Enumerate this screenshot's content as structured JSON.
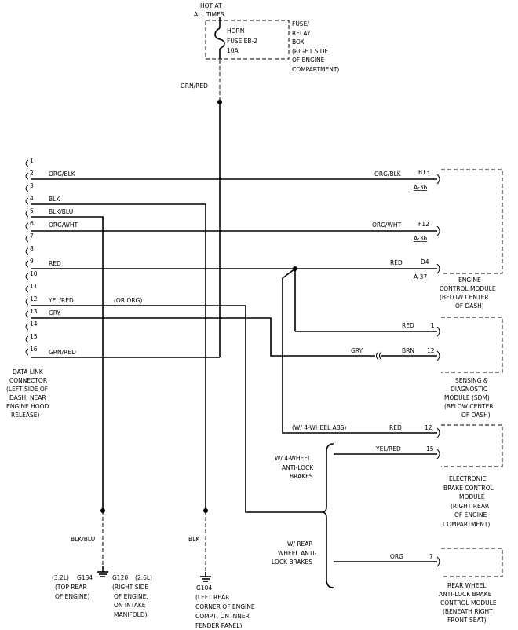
{
  "top": {
    "hot_line1": "HOT AT",
    "hot_line2": "ALL TIMES",
    "horn": "HORN",
    "fuse": "FUSE EB-2",
    "amps": "10A",
    "box_label": [
      "FUSE/",
      "RELAY",
      "BOX",
      "(RIGHT SIDE",
      "OF ENGINE",
      "COMPARTMENT)"
    ],
    "grn_red": "GRN/RED"
  },
  "dlc": {
    "pins": [
      "1",
      "2",
      "3",
      "4",
      "5",
      "6",
      "7",
      "8",
      "9",
      "10",
      "11",
      "12",
      "13",
      "14",
      "15",
      "16"
    ],
    "wires": {
      "p2": "ORG/BLK",
      "p4": "BLK",
      "p5": "BLK/BLU",
      "p6": "ORG/WHT",
      "p9": "RED",
      "p12": "YEL/RED",
      "p12_alt": "(OR ORG)",
      "p13": "GRY",
      "p16": "GRN/RED"
    },
    "label": [
      "DATA LINK",
      "CONNECTOR",
      "(LEFT SIDE OF",
      "DASH, NEAR",
      "ENGINE HOOD",
      "RELEASE)"
    ]
  },
  "ecm": {
    "rows": [
      {
        "color": "ORG/BLK",
        "pin": "B13",
        "conn": "A-36"
      },
      {
        "color": "ORG/WHT",
        "pin": "F12",
        "conn": "A-36"
      },
      {
        "color": "RED",
        "pin": "D4",
        "conn": "A-37"
      }
    ],
    "label": [
      "ENGINE",
      "CONTROL MODULE",
      "(BELOW CENTER",
      "OF DASH)"
    ]
  },
  "sdm": {
    "red": "RED",
    "red_pin": "1",
    "gry": "GRY",
    "brn": "BRN",
    "brn_pin": "12",
    "label": [
      "SENSING &",
      "DIAGNOSTIC",
      "MODULE (SDM)",
      "(BELOW CENTER",
      "OF DASH)"
    ]
  },
  "ebcm": {
    "abs_note": "(W/ 4-WHEEL ABS)",
    "red": "RED",
    "red_pin": "12",
    "yel_red": "YEL/RED",
    "yel_pin": "15",
    "w4_label": [
      "W/ 4-WHEEL",
      "ANTI-LOCK",
      "BRAKES"
    ],
    "label": [
      "ELECTRONIC",
      "BRAKE CONTROL",
      "MODULE",
      "(RIGHT REAR",
      "OF ENGINE",
      "COMPARTMENT)"
    ]
  },
  "rwal": {
    "w_rear": [
      "W/ REAR",
      "WHEEL ANTI-",
      "LOCK BRAKES"
    ],
    "org": "ORG",
    "org_pin": "7",
    "label": [
      "REAR WHEEL",
      "ANTI-LOCK BRAKE",
      "CONTROL MODULE",
      "(BENEATH RIGHT",
      "FRONT SEAT)"
    ]
  },
  "grounds": {
    "blk_blu": "BLK/BLU",
    "blk": "BLK",
    "g134": "G134",
    "g134_eng": "(3.2L)",
    "g134_desc": [
      "(TOP REAR",
      "OF ENGINE)"
    ],
    "g120": "G120",
    "g120_eng": "(2.6L)",
    "g120_desc": [
      "(RIGHT SIDE",
      "OF ENGINE,",
      "ON INTAKE",
      "MANIFOLD)"
    ],
    "g104": "G104",
    "g104_desc": [
      "(LEFT REAR",
      "CORNER OF ENGINE",
      "COMPT, ON INNER",
      "FENDER PANEL)"
    ]
  }
}
